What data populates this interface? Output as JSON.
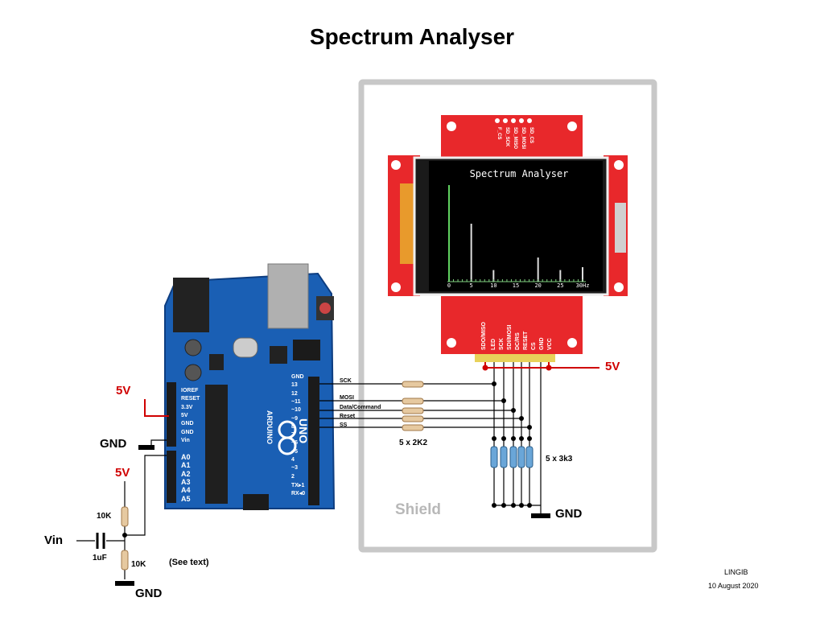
{
  "title": "Spectrum Analyser",
  "shield_label": "Shield",
  "display": {
    "screen_title": "Spectrum Analyser",
    "axis_ticks": [
      "0",
      "5",
      "10",
      "15",
      "20",
      "25",
      "30Hz"
    ],
    "header_pins_top": [
      "SD_CS",
      "SD_MOSI",
      "SD_MISO",
      "SD_SCK",
      "F_CS"
    ],
    "header_pins_bottom": [
      "VCC",
      "GND",
      "CS",
      "RESET",
      "DC/RS",
      "SDI/MOSI",
      "SCK",
      "LED",
      "SDO/MISO"
    ]
  },
  "signals": [
    "SCK",
    "MOSI",
    "Data/Command",
    "Reset",
    "SS"
  ],
  "arduino": {
    "digital_pins": [
      "GND",
      "13",
      "12",
      "~11",
      "~10",
      "~9",
      "8",
      "7",
      "~6",
      "~5",
      "4",
      "~3",
      "2",
      "TX▸1",
      "RX◂0"
    ],
    "power_pins": [
      "IOREF",
      "RESET",
      "3.3V",
      "5V",
      "GND",
      "GND",
      "Vin"
    ],
    "analog_pins": [
      "A0",
      "A1",
      "A2",
      "A3",
      "A4",
      "A5"
    ],
    "brand": "ARDUINO",
    "model": "UNO"
  },
  "labels": {
    "series_resistors": "5 x 2K2",
    "pulldown_resistors": "5 x 3k3",
    "supply_5v": "5V",
    "gnd": "GND",
    "vin": "Vin",
    "r_top": "10K",
    "r_bottom": "10K",
    "capacitor": "1uF",
    "see_text": "(See text)"
  },
  "credit": {
    "author": "LINGIB",
    "date": "10 August 2020"
  },
  "colors": {
    "wire_red": "#d00000",
    "board_red": "#e8282b",
    "arduino_blue": "#1a5fb4",
    "shield_grey": "#c8c8c8"
  },
  "spectrum": {
    "peaks_hz": [
      0,
      5,
      10,
      20,
      25,
      30
    ],
    "peak_levels": [
      1.0,
      0.6,
      0.12,
      0.25,
      0.12,
      0.15
    ]
  }
}
